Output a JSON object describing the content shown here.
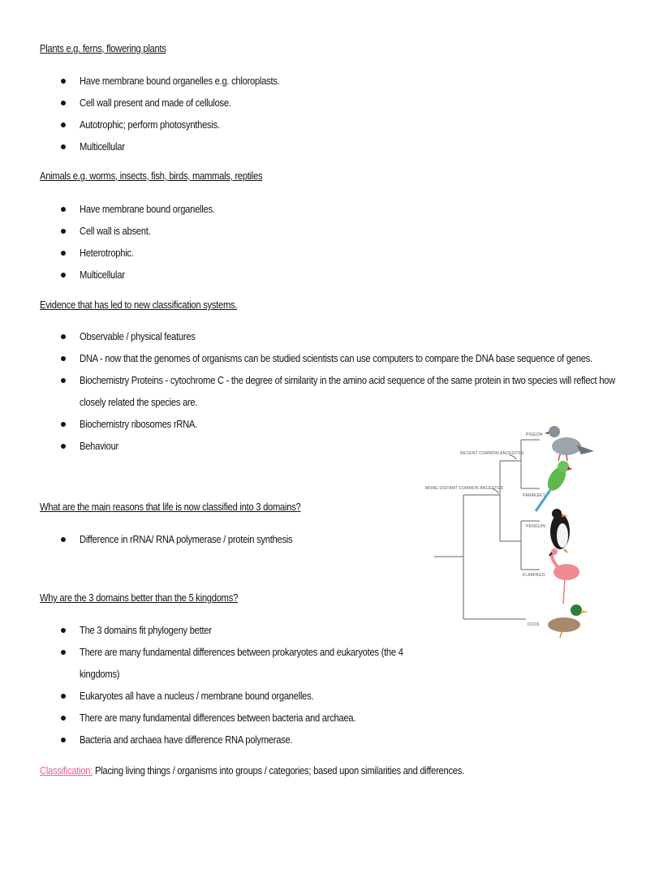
{
  "sections": {
    "plants": {
      "heading": "Plants e.g. ferns, flowering plants",
      "items": [
        "Have membrane bound organelles e.g. chloroplasts.",
        "Cell wall present and made of cellulose.",
        "Autotrophic; perform photosynthesis.",
        "Multicellular"
      ]
    },
    "animals": {
      "heading": "Animals e.g. worms, insects, fish, birds, mammals, reptiles",
      "items": [
        "Have membrane bound organelles.",
        "Cell wall is absent.",
        "Heterotrophic.",
        "Multicellular"
      ]
    },
    "evidence": {
      "heading": "Evidence that has led to new classification systems.",
      "items": [
        "Observable / physical features",
        "DNA - now that the genomes of organisms can be studied scientists can use computers to compare the DNA base sequence of genes.",
        "Biochemistry Proteins - cytochrome C - the degree of similarity in the amino acid sequence of the same protein in two species will reflect how",
        "closely related the species are.",
        "Biochemistry ribosomes rRNA.",
        "Behaviour"
      ]
    },
    "reasons": {
      "heading": "What are the main reasons that life is now classified into 3 domains?",
      "items": [
        "Difference in rRNA/ RNA polymerase / protein synthesis"
      ]
    },
    "better": {
      "heading": "Why are the 3 domains better than the 5 kingdoms?",
      "items": [
        "The 3 domains fit phylogeny better",
        "There are many fundamental differences between prokaryotes and eukaryotes (the 4",
        "kingdoms)",
        "Eukaryotes all have a nucleus / membrane bound organelles.",
        "There are many fundamental differences between bacteria and archaea.",
        "Bacteria and archaea have difference RNA polymerase."
      ]
    }
  },
  "definition": {
    "term": "Classification:",
    "text": " Placing living things / organisms into groups / categories; based upon similarities and differences."
  },
  "tree": {
    "recent_ancestor": "RECENT COMMON ANCESTOR",
    "distant_ancestor": "MORE DISTANT COMMON ANCESTOR",
    "birds": [
      "PIGEON",
      "PARAKEET",
      "PENGUIN",
      "FLAMINGO",
      "DUCK"
    ]
  },
  "colors": {
    "text": "#141414",
    "definition_term": "#e8609a"
  }
}
